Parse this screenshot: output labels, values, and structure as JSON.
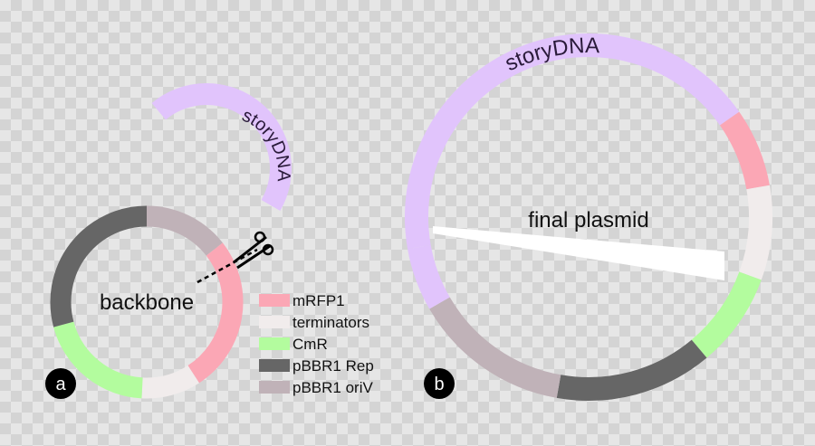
{
  "colors": {
    "storydna": "#e1c4fc",
    "mrfp1": "#fba7b5",
    "terminators": "#f1ecec",
    "cmr": "#b3fc9e",
    "pbbr1_rep": "#666666",
    "pbbr1_oriv": "#c0b2b8",
    "badge": "#000000",
    "scissors": "#000000"
  },
  "panel_a": {
    "badge": "a",
    "backbone_label": "backbone",
    "insert_label": "storyDNA"
  },
  "panel_b": {
    "badge": "b",
    "plasmid_label": "final plasmid",
    "insert_label": "storyDNA"
  },
  "legend": [
    {
      "key": "mrfp1",
      "label": "mRFP1"
    },
    {
      "key": "terminators",
      "label": "terminators"
    },
    {
      "key": "cmr",
      "label": "CmR"
    },
    {
      "key": "pbbr1_rep",
      "label": "pBBR1 Rep"
    },
    {
      "key": "pbbr1_oriv",
      "label": "pBBR1 oriV"
    }
  ]
}
